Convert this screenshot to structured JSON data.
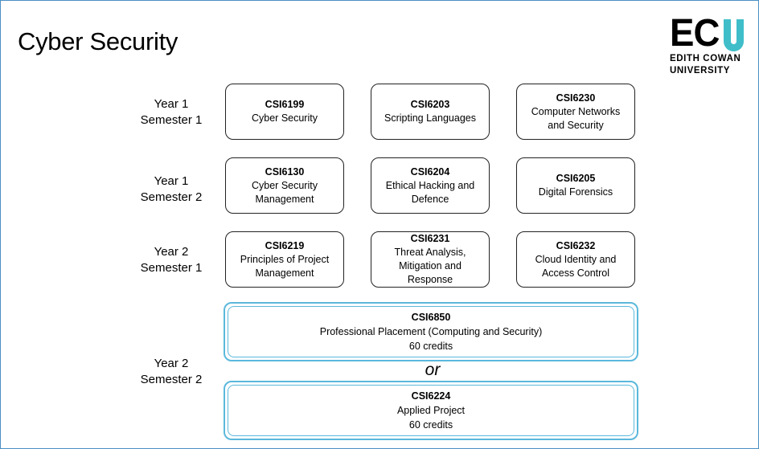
{
  "title": "Cyber Security",
  "logo": {
    "letters": "EC",
    "line1": "EDITH COWAN",
    "line2": "UNIVERSITY"
  },
  "rows": [
    {
      "year": "Year 1",
      "semester": "Semester 1"
    },
    {
      "year": "Year 1",
      "semester": "Semester 2"
    },
    {
      "year": "Year 2",
      "semester": "Semester 1"
    },
    {
      "year": "Year 2",
      "semester": "Semester 2"
    }
  ],
  "courses": [
    {
      "code": "CSI6199",
      "name": "Cyber Security"
    },
    {
      "code": "CSI6203",
      "name": "Scripting Languages"
    },
    {
      "code": "CSI6230",
      "name": "Computer Networks and Security"
    },
    {
      "code": "CSI6130",
      "name": "Cyber Security Management"
    },
    {
      "code": "CSI6204",
      "name": "Ethical Hacking and Defence"
    },
    {
      "code": "CSI6205",
      "name": "Digital Forensics"
    },
    {
      "code": "CSI6219",
      "name": "Principles of Project Management"
    },
    {
      "code": "CSI6231",
      "name": "Threat Analysis, Mitigation and Response"
    },
    {
      "code": "CSI6232",
      "name": "Cloud Identity and Access Control"
    }
  ],
  "options": [
    {
      "code": "CSI6850",
      "name": "Professional Placement (Computing and Security)",
      "credits": "60 credits"
    },
    {
      "code": "CSI6224",
      "name": "Applied Project",
      "credits": "60 credits"
    }
  ],
  "or_label": "or",
  "colors": {
    "frame": "#4a90c4",
    "option_border": "#5bb8dc",
    "logo_accent": "#3fbec9"
  }
}
